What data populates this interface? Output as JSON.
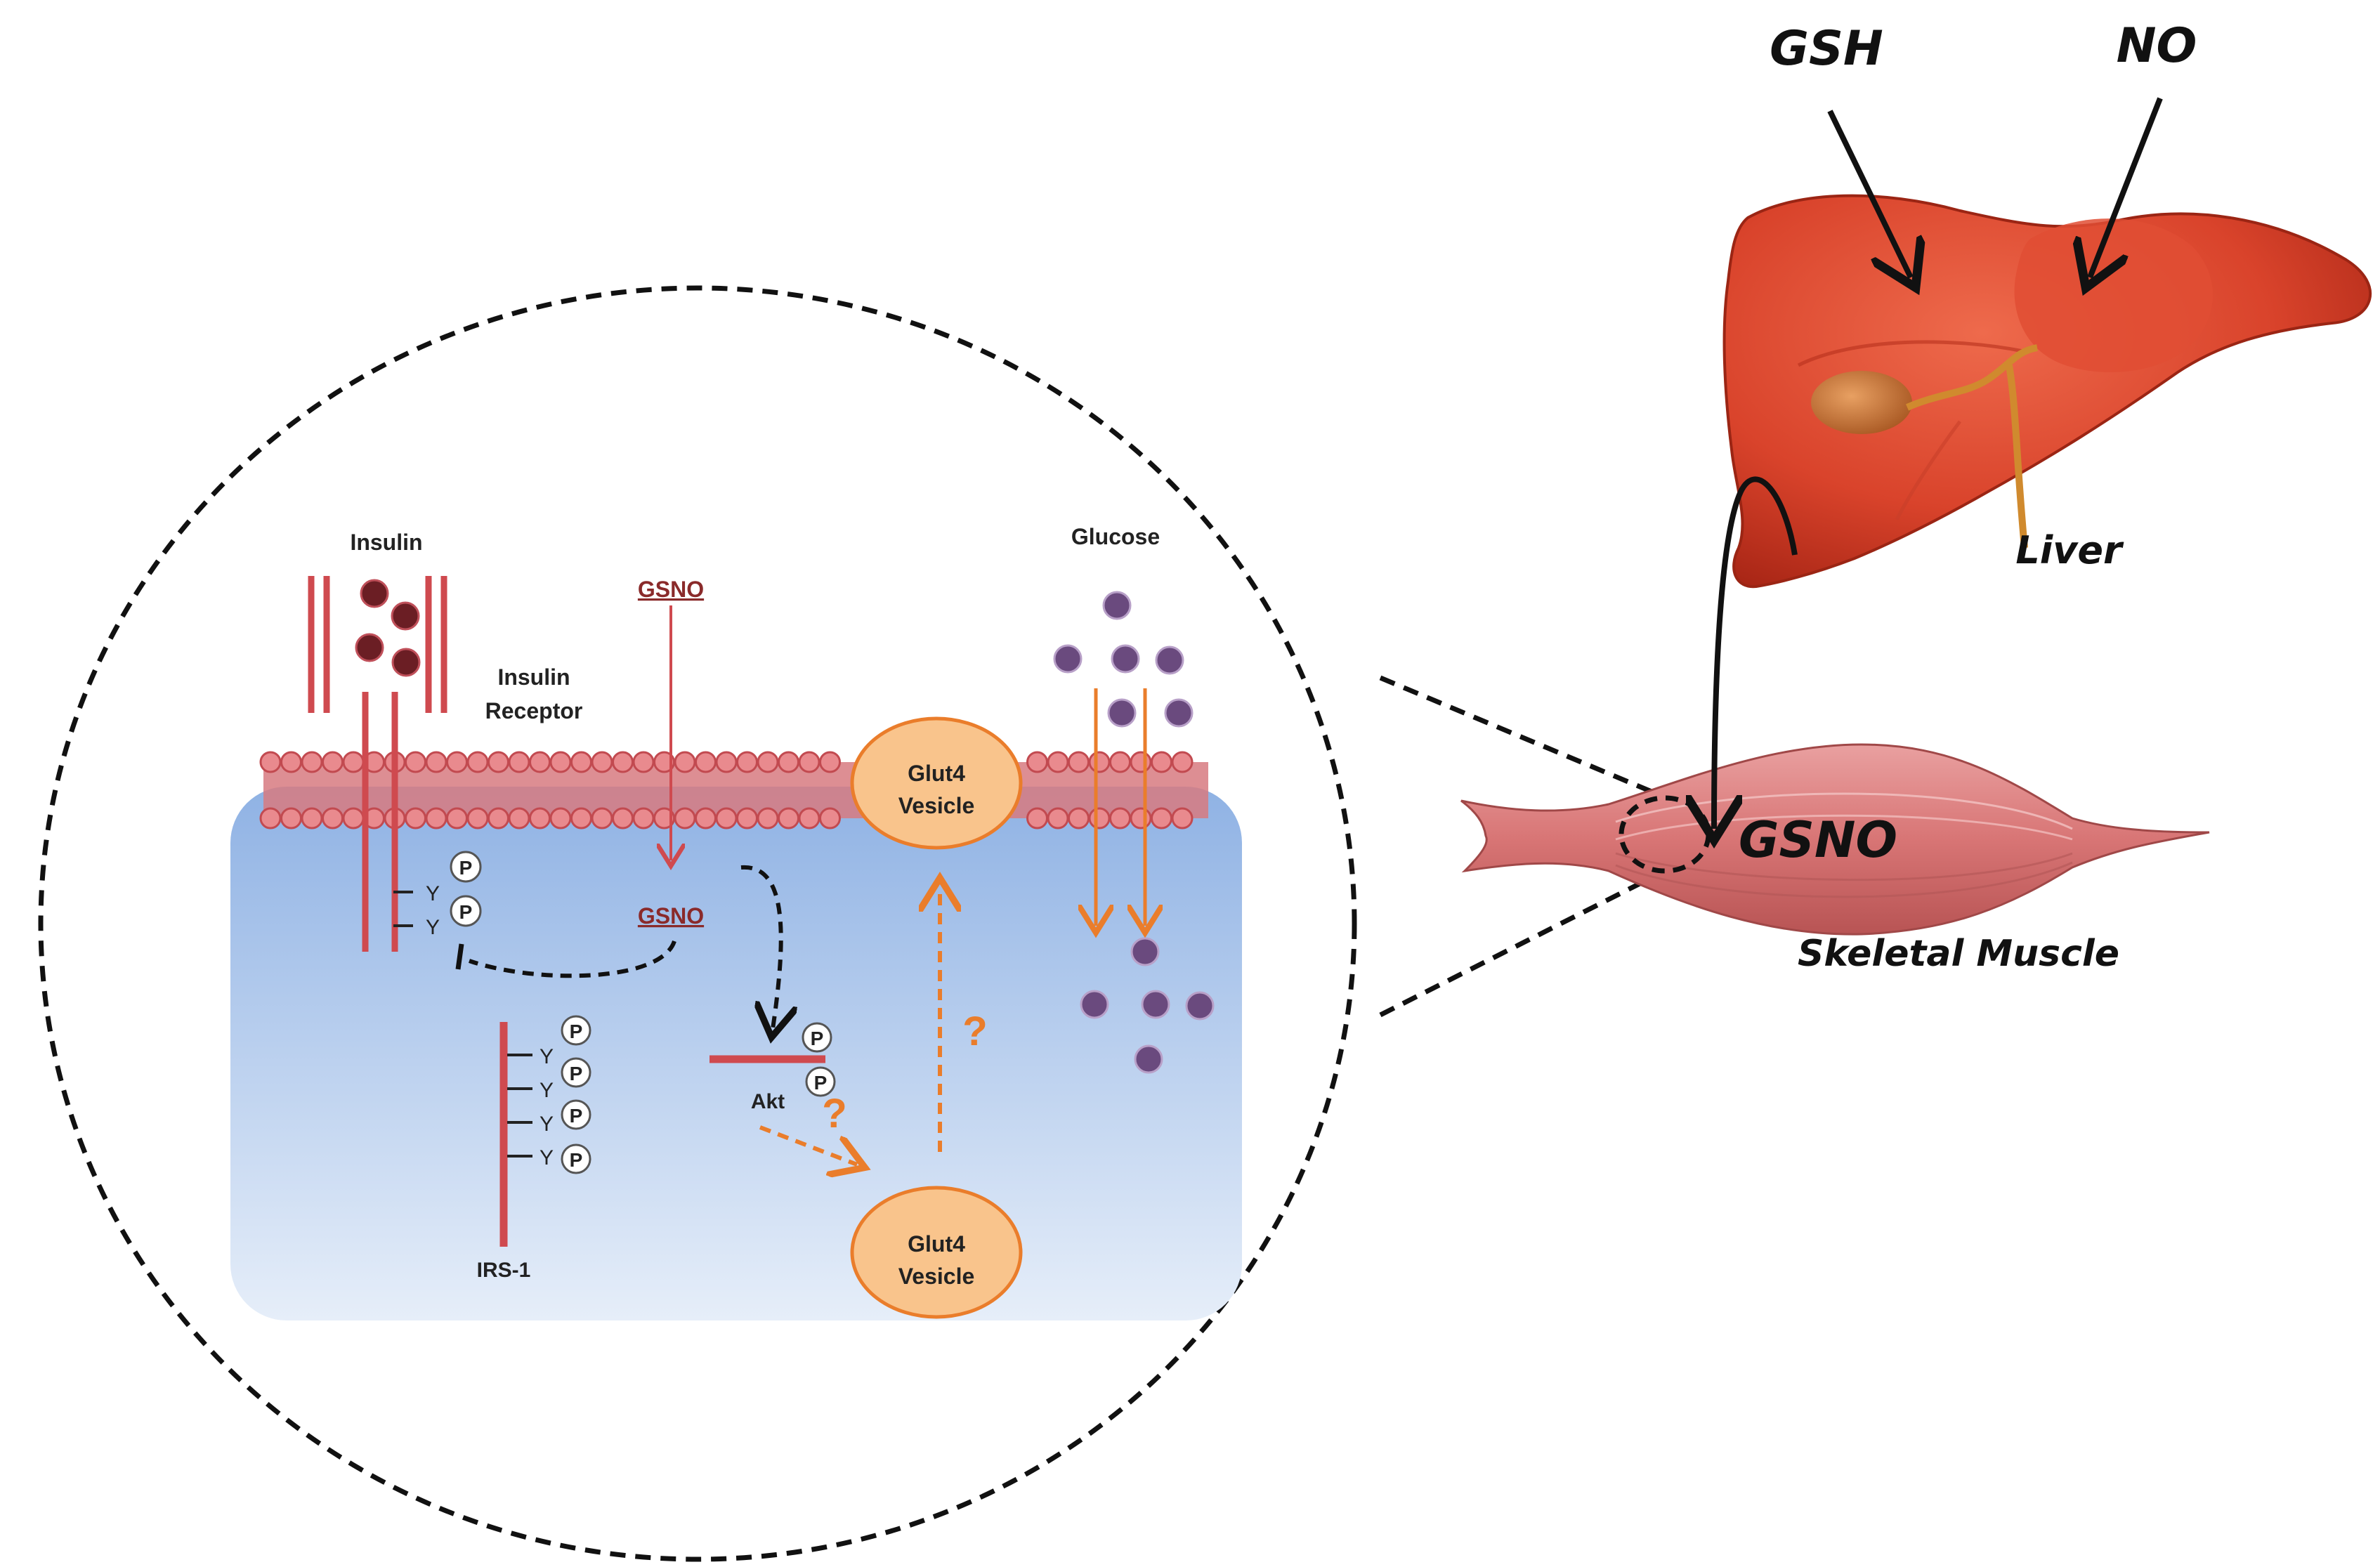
{
  "labels": {
    "insulin": "Insulin",
    "insulin_receptor_line1": "Insulin",
    "insulin_receptor_line2": "Receptor",
    "gsno_extracellular": "GSNO",
    "gsno_intracellular": "GSNO",
    "glucose": "Glucose",
    "glut4_membrane_line1": "Glut4",
    "glut4_membrane_line2": "Vesicle",
    "glut4_cytosol_line1": "Glut4",
    "glut4_cytosol_line2": "Vesicle",
    "akt": "Akt",
    "irs1": "IRS-1",
    "question_mark": "?",
    "phospho": "P",
    "tyrosine": "Y"
  },
  "organs": {
    "gsh": "GSH",
    "no": "NO",
    "liver": "Liver",
    "gsno_muscle": "GSNO",
    "skeletal_muscle": "Skeletal Muscle"
  },
  "colors": {
    "membrane": "#e57f80",
    "membrane_dark": "#c94f52",
    "cytosol_top": "#8fb2e4",
    "cytosol_bottom": "#e6eef9",
    "receptor": "#cf4a4f",
    "insulin_dot": "#6b1e24",
    "glucose_dot": "#6a4a7e",
    "glut4_fill": "#f9c48c",
    "glut4_stroke": "#ea7d2b",
    "orange_arrow": "#ea7d2b",
    "liver": "#d9432b",
    "muscle": "#d87575"
  },
  "icons": {
    "liver": "liver-illustration",
    "muscle": "skeletal-muscle-illustration"
  }
}
